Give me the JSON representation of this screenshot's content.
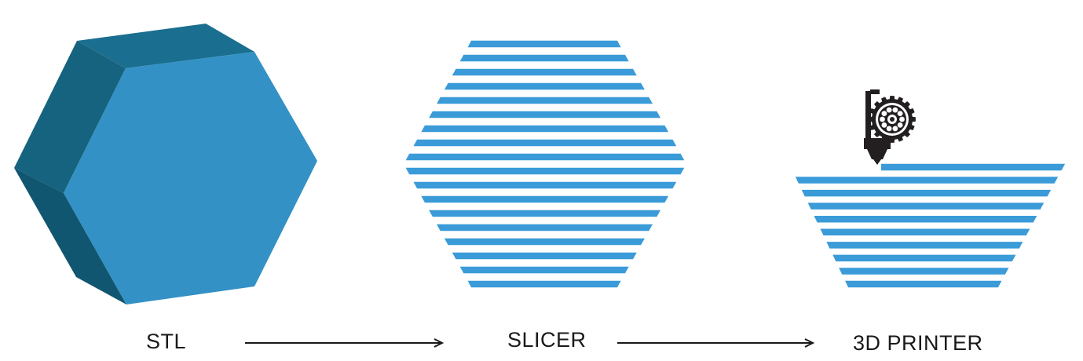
{
  "labels": {
    "stl": "STL",
    "slicer": "SLICER",
    "printer": "3D PRINTER"
  },
  "colors": {
    "hex_front": "#3391c5",
    "hex_top": "#1a6e8f",
    "hex_left_upper": "#16637f",
    "hex_left_lower": "#115670",
    "layer": "#3a9bd8",
    "printer_head": "#231f20",
    "arrow": "#1a1a1a"
  },
  "icons": {
    "stl_model": "hexagonal-prism-icon",
    "printer_head": "extruder-gear-icon"
  }
}
